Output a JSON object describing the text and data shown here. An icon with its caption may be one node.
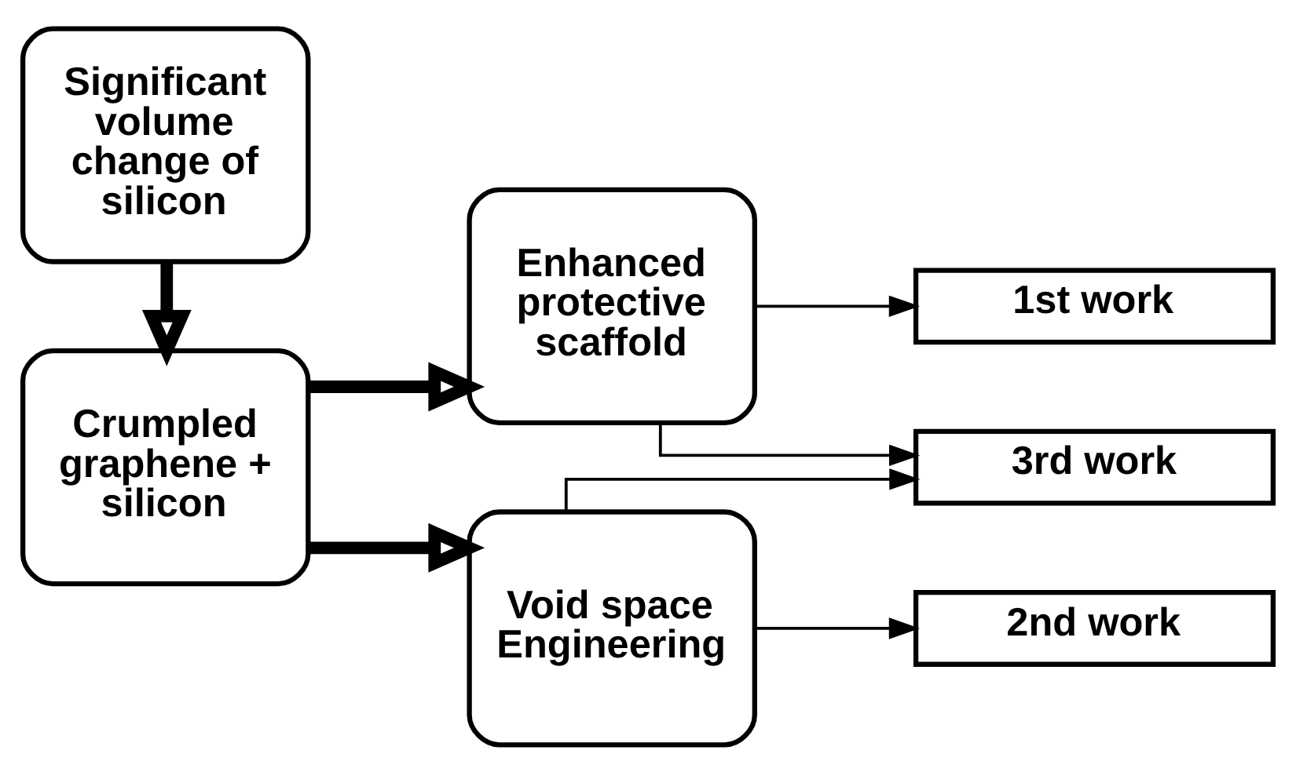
{
  "diagram": {
    "nodes": [
      {
        "text": [
          "Significant volume change of silicon"
        ]
      },
      {
        "text": [
          "Crumpled graphene + silicon"
        ]
      },
      {
        "text": [
          "Enhanced protective scaffold"
        ]
      },
      {
        "text": [
          "Void space Engineering"
        ]
      },
      {
        "text": [
          "1st work"
        ]
      },
      {
        "text": [
          "2nd work"
        ]
      },
      {
        "text": [
          "3rd work"
        ]
      }
    ],
    "edges": [
      {
        "from": 0,
        "to": 1,
        "arrow": "to",
        "style": "thick"
      },
      {
        "from": 1,
        "to": 2,
        "arrow": "to",
        "style": "thick"
      },
      {
        "from": 1,
        "to": 3,
        "arrow": "to",
        "style": "thick"
      },
      {
        "from": 2,
        "to": 4,
        "arrow": "to"
      },
      {
        "from": 2,
        "to": 6,
        "arrow": "to"
      },
      {
        "from": 3,
        "to": 5,
        "arrow": "to"
      },
      {
        "from": 3,
        "to": 6,
        "arrow": "to"
      }
    ]
  }
}
